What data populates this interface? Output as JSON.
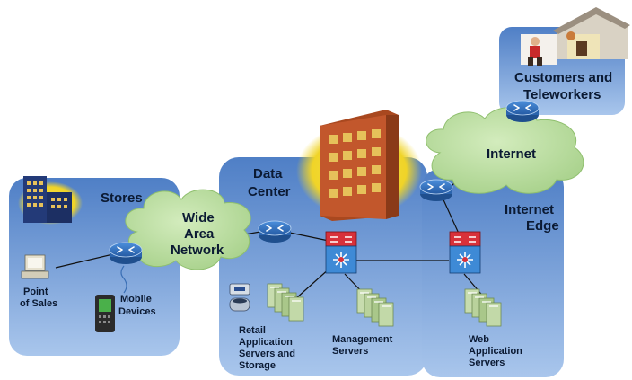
{
  "labels": {
    "stores": "Stores",
    "wan_1": "Wide",
    "wan_2": "Area",
    "wan_3": "Network",
    "dc_1": "Data",
    "dc_2": "Center",
    "internet": "Internet",
    "edge_1": "Internet",
    "edge_2": "Edge",
    "customers_1": "Customers and",
    "customers_2": "Teleworkers",
    "pos_1": "Point",
    "pos_2": "of Sales",
    "mobile_1": "Mobile",
    "mobile_2": "Devices",
    "retail_1": "Retail",
    "retail_2": "Application",
    "retail_3": "Servers and",
    "retail_4": "Storage",
    "mgmt_1": "Management",
    "mgmt_2": "Servers",
    "web_1": "Web",
    "web_2": "Application",
    "web_3": "Servers"
  },
  "colors": {
    "zone_fill": "#5b8fd0",
    "cloud_fill": "#b9dd9c",
    "router_fill": "#3a78c8",
    "switch_red": "#d8313a",
    "switch_blue": "#3e8ad6",
    "building_brown": "#c2572c",
    "building_window": "#e6c15a",
    "server_green": "#bfd6a5"
  }
}
